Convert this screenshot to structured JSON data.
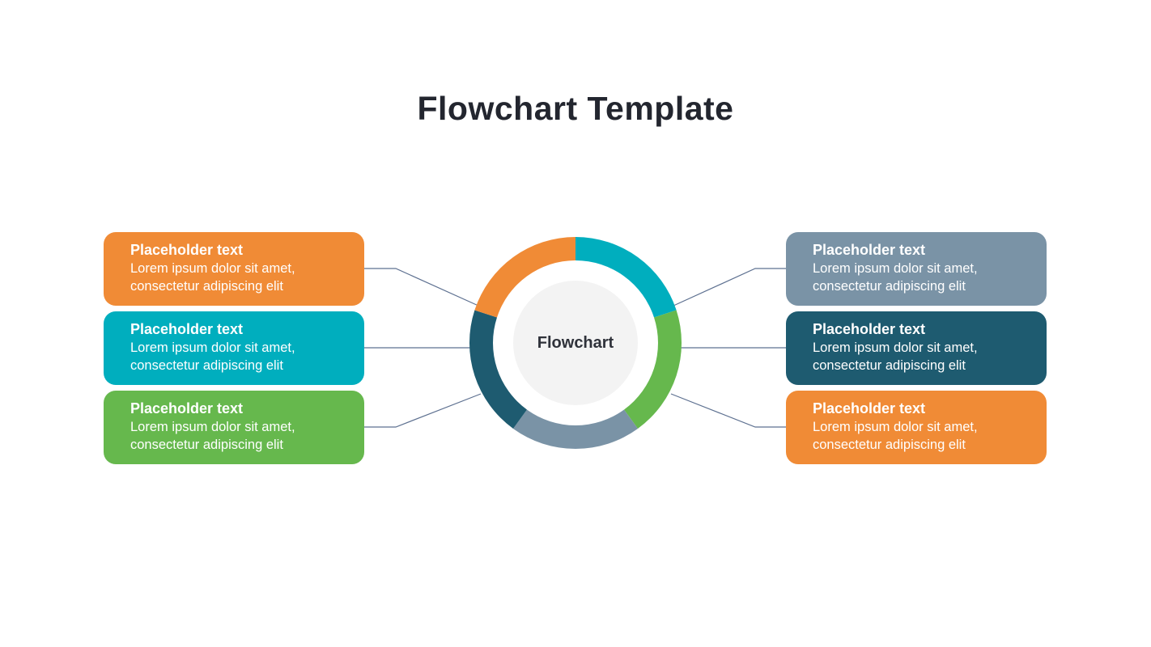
{
  "slide": {
    "title": "Flowchart Template",
    "center_label": "Flowchart"
  },
  "colors": {
    "background": "#FFFFFF",
    "title_text": "#23262F",
    "card_text": "#FFFFFF",
    "connector_line": "#5E7191",
    "center_circle_fill": "#F3F3F3",
    "center_label_text": "#2F323A",
    "orange": "#F08B36",
    "teal": "#00AEBE",
    "green": "#66B84D",
    "slate": "#7A93A6",
    "dark_teal": "#1E5B70"
  },
  "donut": {
    "segments": [
      {
        "name": "teal",
        "color": "#00AEBE"
      },
      {
        "name": "green",
        "color": "#66B84D"
      },
      {
        "name": "slate",
        "color": "#7A93A6"
      },
      {
        "name": "dark-teal",
        "color": "#1E5B70"
      },
      {
        "name": "orange",
        "color": "#F08B36"
      }
    ]
  },
  "left_cards": [
    {
      "heading": "Placeholder text",
      "body": "Lorem ipsum dolor sit amet,\nconsectetur adipiscing elit",
      "color": "#F08B36"
    },
    {
      "heading": "Placeholder text",
      "body": "Lorem ipsum dolor sit amet,\nconsectetur adipiscing elit",
      "color": "#00AEBE"
    },
    {
      "heading": "Placeholder text",
      "body": "Lorem ipsum dolor sit amet,\nconsectetur adipiscing elit",
      "color": "#66B84D"
    }
  ],
  "right_cards": [
    {
      "heading": "Placeholder text",
      "body": "Lorem ipsum dolor sit amet,\nconsectetur adipiscing elit",
      "color": "#7A93A6"
    },
    {
      "heading": "Placeholder text",
      "body": "Lorem ipsum dolor sit amet,\nconsectetur adipiscing elit",
      "color": "#1E5B70"
    },
    {
      "heading": "Placeholder text",
      "body": "Lorem ipsum dolor sit amet,\nconsectetur adipiscing elit",
      "color": "#F08B36"
    }
  ]
}
